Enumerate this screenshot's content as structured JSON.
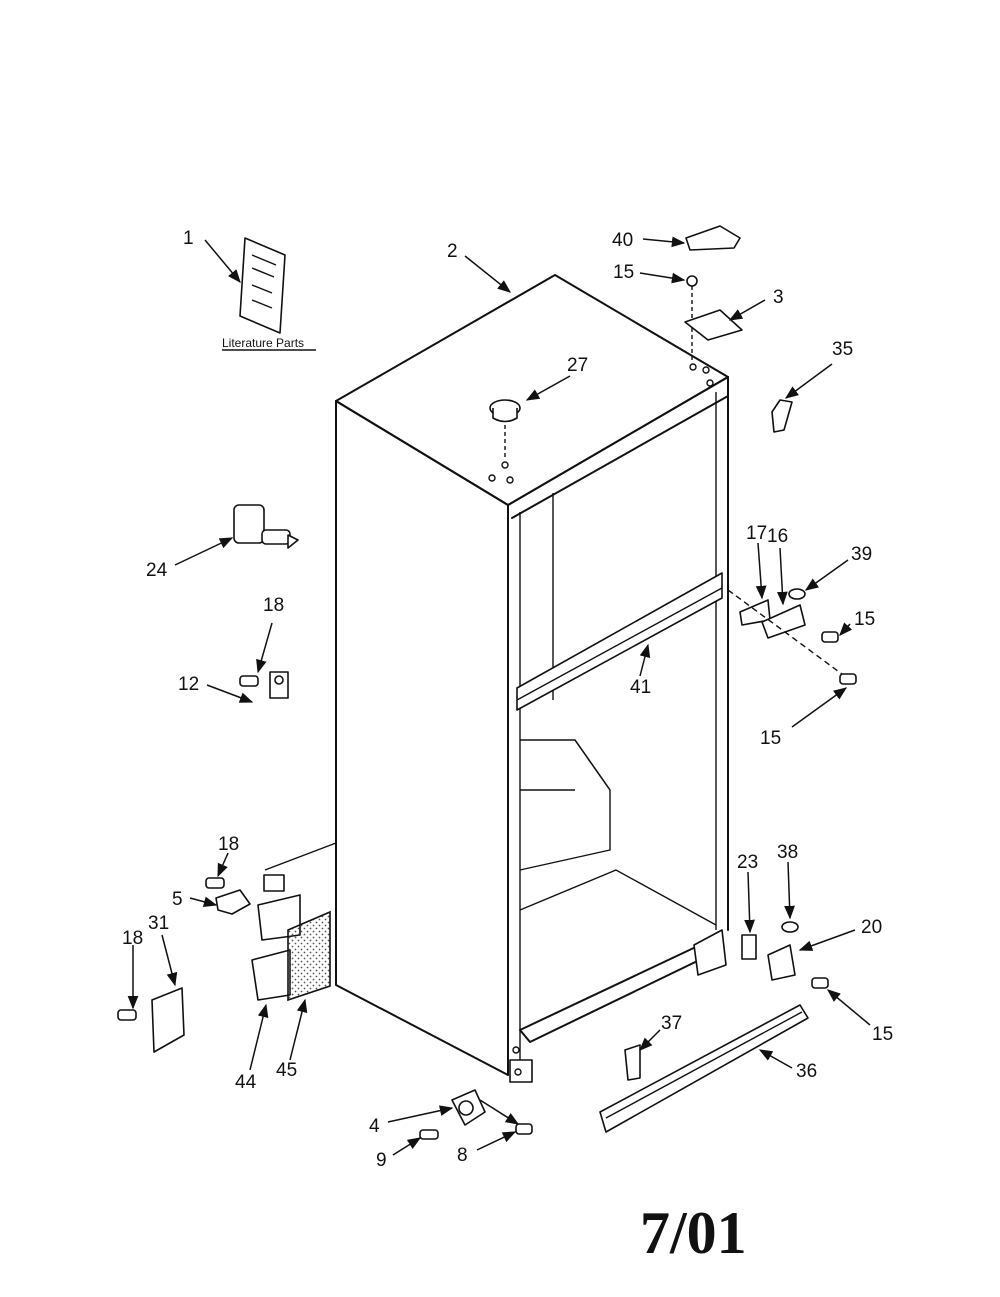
{
  "literature_label": "Literature Parts",
  "date_code": "7/01",
  "callouts": {
    "c1": "1",
    "c2": "2",
    "c3": "3",
    "c4": "4",
    "c5": "5",
    "c8": "8",
    "c9": "9",
    "c12": "12",
    "c15a": "15",
    "c15b": "15",
    "c15c": "15",
    "c15d": "15",
    "c16": "16",
    "c17": "17",
    "c18a": "18",
    "c18b": "18",
    "c18c": "18",
    "c20": "20",
    "c23": "23",
    "c24": "24",
    "c27": "27",
    "c31": "31",
    "c35": "35",
    "c36": "36",
    "c37": "37",
    "c38": "38",
    "c39": "39",
    "c40": "40",
    "c41": "41",
    "c44": "44",
    "c45": "45"
  }
}
